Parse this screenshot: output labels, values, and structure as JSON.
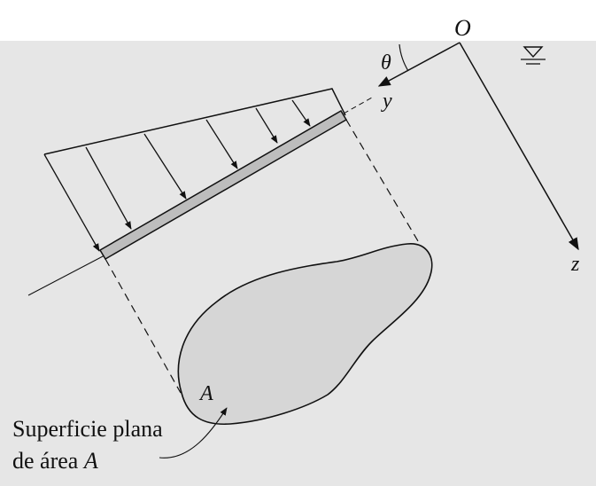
{
  "labels": {
    "origin": "O",
    "angle": "θ",
    "y_axis": "y",
    "z_axis": "z",
    "area_letter": "A",
    "caption_line1": "Superficie plana",
    "caption_line2_prefix": "de área ",
    "caption_line2_var": "A"
  },
  "icons": {
    "free_surface": "water-surface-triangle-icon"
  },
  "colors": {
    "liquid": "#e6e6e6",
    "plate_fill": "#bdbdbd",
    "area_fill": "#d6d6d6",
    "ink": "#111111"
  }
}
